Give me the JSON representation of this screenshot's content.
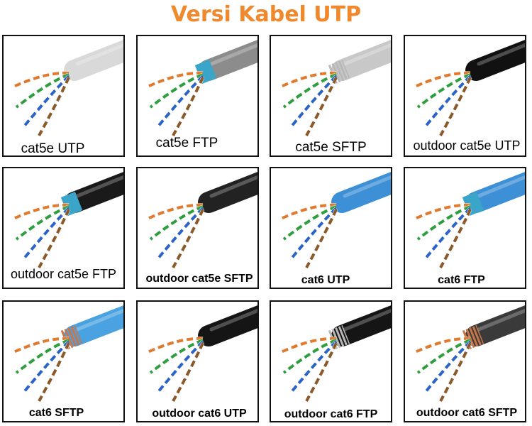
{
  "title": "Versi Kabel UTP",
  "colors": {
    "title": "#f0892e",
    "border": "#111111"
  },
  "cables": [
    {
      "label": "cat5e UTP",
      "jacket": "#d9d9d9",
      "shield": "none",
      "bold": false
    },
    {
      "label": "cat5e FTP",
      "jacket": "#8c8c8c",
      "shield": "foil",
      "bold": false
    },
    {
      "label": "cat5e SFTP",
      "jacket": "#c8c8c8",
      "shield": "braid",
      "bold": false
    },
    {
      "label": "outdoor cat5e UTP",
      "jacket": "#111111",
      "shield": "none",
      "bold": false
    },
    {
      "label": "outdoor cat5e FTP",
      "jacket": "#1a1a1a",
      "shield": "foil",
      "bold": false
    },
    {
      "label": "outdoor cat5e SFTP",
      "jacket": "#222222",
      "shield": "none",
      "bold": true
    },
    {
      "label": "cat6 UTP",
      "jacket": "#3d8fd6",
      "shield": "none",
      "bold": true
    },
    {
      "label": "cat6 FTP",
      "jacket": "#3d8fd6",
      "shield": "foil",
      "bold": true
    },
    {
      "label": "cat6 SFTP",
      "jacket": "#4aa3e0",
      "shield": "copper",
      "bold": true
    },
    {
      "label": "outdoor cat6 UTP",
      "jacket": "#151515",
      "shield": "none",
      "bold": true
    },
    {
      "label": "outdoor cat6 FTP",
      "jacket": "#151515",
      "shield": "braid",
      "bold": true
    },
    {
      "label": "outdoor cat6 SFTP",
      "jacket": "#3a3a3a",
      "shield": "copper",
      "bold": true
    }
  ]
}
